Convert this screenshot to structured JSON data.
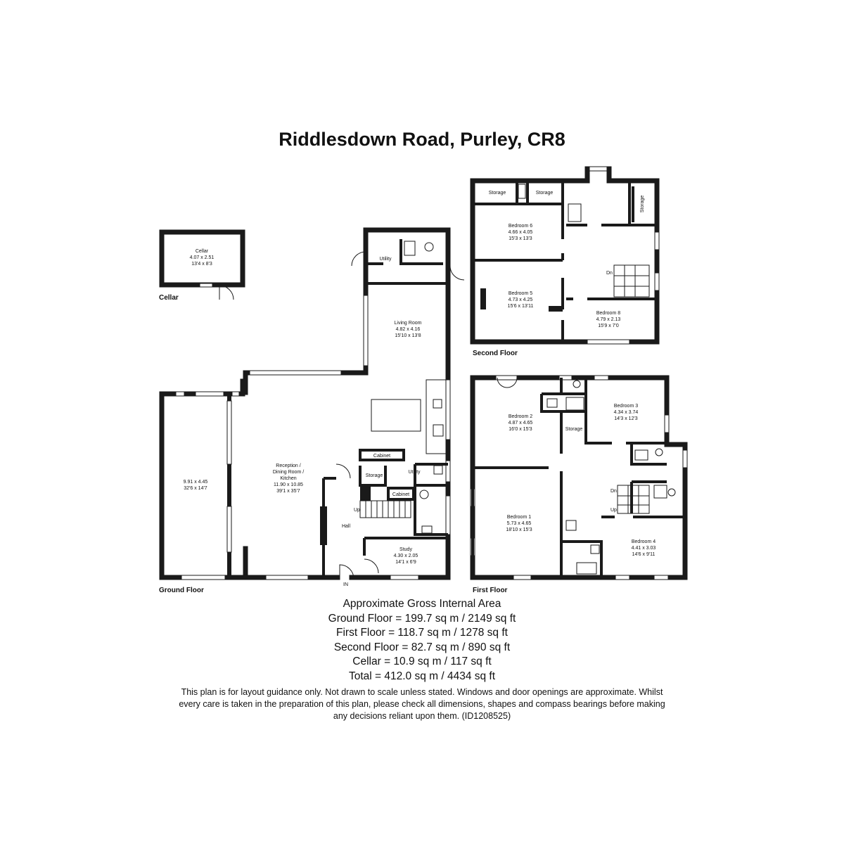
{
  "title": "Riddlesdown Road, Purley, CR8",
  "floors": {
    "cellar": "Cellar",
    "ground": "Ground Floor",
    "first": "First Floor",
    "second": "Second Floor"
  },
  "rooms": {
    "cellar": {
      "name": "Cellar",
      "metric": "4.07 x 2.51",
      "imperial": "13'4 x 8'3"
    },
    "garage": {
      "metric": "9.91 x 4.45",
      "imperial": "32'6 x 14'7"
    },
    "reception": {
      "name1": "Reception /",
      "name2": "Dining Room /",
      "name3": "Kitchen",
      "metric": "11.90 x 10.85",
      "imperial": "39'1 x 35'7"
    },
    "living": {
      "name": "Living Room",
      "metric": "4.82 x 4.16",
      "imperial": "15'10 x 13'8"
    },
    "study": {
      "name": "Study",
      "metric": "4.30 x 2.05",
      "imperial": "14'1 x 6'9"
    },
    "bedroom1": {
      "name": "Bedroom 1",
      "metric": "5.73 x 4.65",
      "imperial": "18'10 x 15'3"
    },
    "bedroom2": {
      "name": "Bedroom 2",
      "metric": "4.87 x 4.65",
      "imperial": "16'0 x 15'3"
    },
    "bedroom3": {
      "name": "Bedroom 3",
      "metric": "4.34 x 3.74",
      "imperial": "14'3 x 12'3"
    },
    "bedroom4": {
      "name": "Bedroom 4",
      "metric": "4.41 x 3.03",
      "imperial": "14'6 x 9'11"
    },
    "bedroom5": {
      "name": "Bedroom 5",
      "metric": "4.73 x 4.25",
      "imperial": "15'6 x 13'11"
    },
    "bedroom6": {
      "name": "Bedroom 6",
      "metric": "4.66 x 4.05",
      "imperial": "15'3 x 13'3"
    },
    "bedroom8": {
      "name": "Bedroom 8",
      "metric": "4.79 x 2.13",
      "imperial": "15'9 x 7'0"
    }
  },
  "labels": {
    "utility": "Utility",
    "storage": "Storage",
    "cabinet": "Cabinet",
    "hall": "Hall",
    "up": "Up",
    "dn": "Dn",
    "entrance": "IN"
  },
  "areas": {
    "heading": "Approximate Gross Internal Area",
    "ground": "Ground Floor = 199.7 sq m / 2149 sq ft",
    "first": "First Floor = 118.7 sq m / 1278 sq ft",
    "second": "Second Floor = 82.7 sq m / 890 sq ft",
    "cellar": "Cellar = 10.9 sq m / 117 sq ft",
    "total": "Total = 412.0 sq m / 4434 sq ft"
  },
  "disclaimer": "This plan is for layout guidance only. Not drawn to scale unless stated. Windows and door openings are approximate. Whilst every care is taken in the preparation of this plan, please check all dimensions, shapes and compass bearings before making any decisions reliant upon them. (ID1208525)"
}
